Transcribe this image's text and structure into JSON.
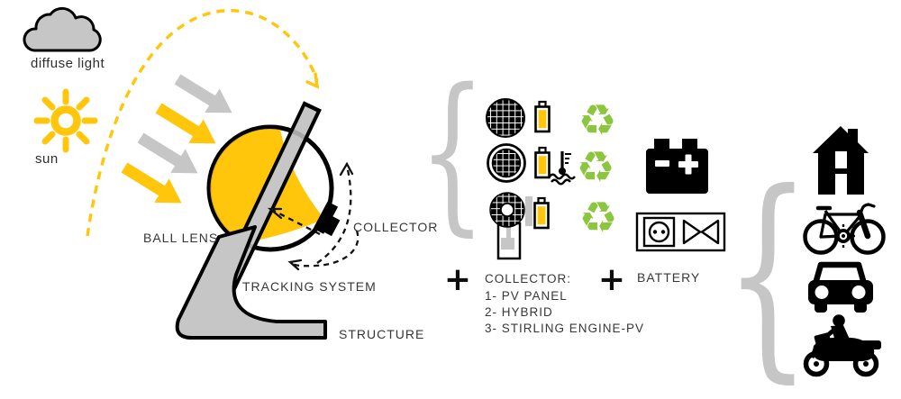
{
  "scene": {
    "diffuse_light_label": "diffuse light",
    "sun_label": "sun",
    "ball_lens_label": "BALL LENS",
    "tracking_system_label": "TRACKING SYSTEM",
    "structure_label": "STRUCTURE",
    "collector_label": "COLLECTOR"
  },
  "collector_options": {
    "plus_sign": "+",
    "legend_title": "COLLECTOR:",
    "legend_items": [
      "1- PV PANEL",
      "2- HYBRID",
      "3- STIRLING ENGINE-PV"
    ],
    "row_icons": [
      [
        "pv-panel-icon",
        "battery-cell-icon",
        "recycle-icon"
      ],
      [
        "hybrid-panel-icon",
        "battery-cell-icon",
        "thermometer-icon",
        "recycle-icon"
      ],
      [
        "stirling-engine-pv-icon",
        "battery-cell-icon",
        "recycle-icon"
      ]
    ],
    "recycle_glyph": "♻",
    "brace_glyph": "{"
  },
  "battery_section": {
    "plus_sign": "+",
    "label": "BATTERY",
    "icons": [
      "car-battery-icon",
      "power-outlet-icon",
      "valve-icon"
    ]
  },
  "outputs": {
    "brace_glyph": "{",
    "icons": [
      "house-icon",
      "bicycle-icon",
      "car-icon",
      "motorcycle-icon"
    ]
  },
  "colors": {
    "yellow": "#FFC60B",
    "gray": "#C6C6C6",
    "green": "#8CC63E",
    "ink": "#000000",
    "label_text": "#373737"
  }
}
